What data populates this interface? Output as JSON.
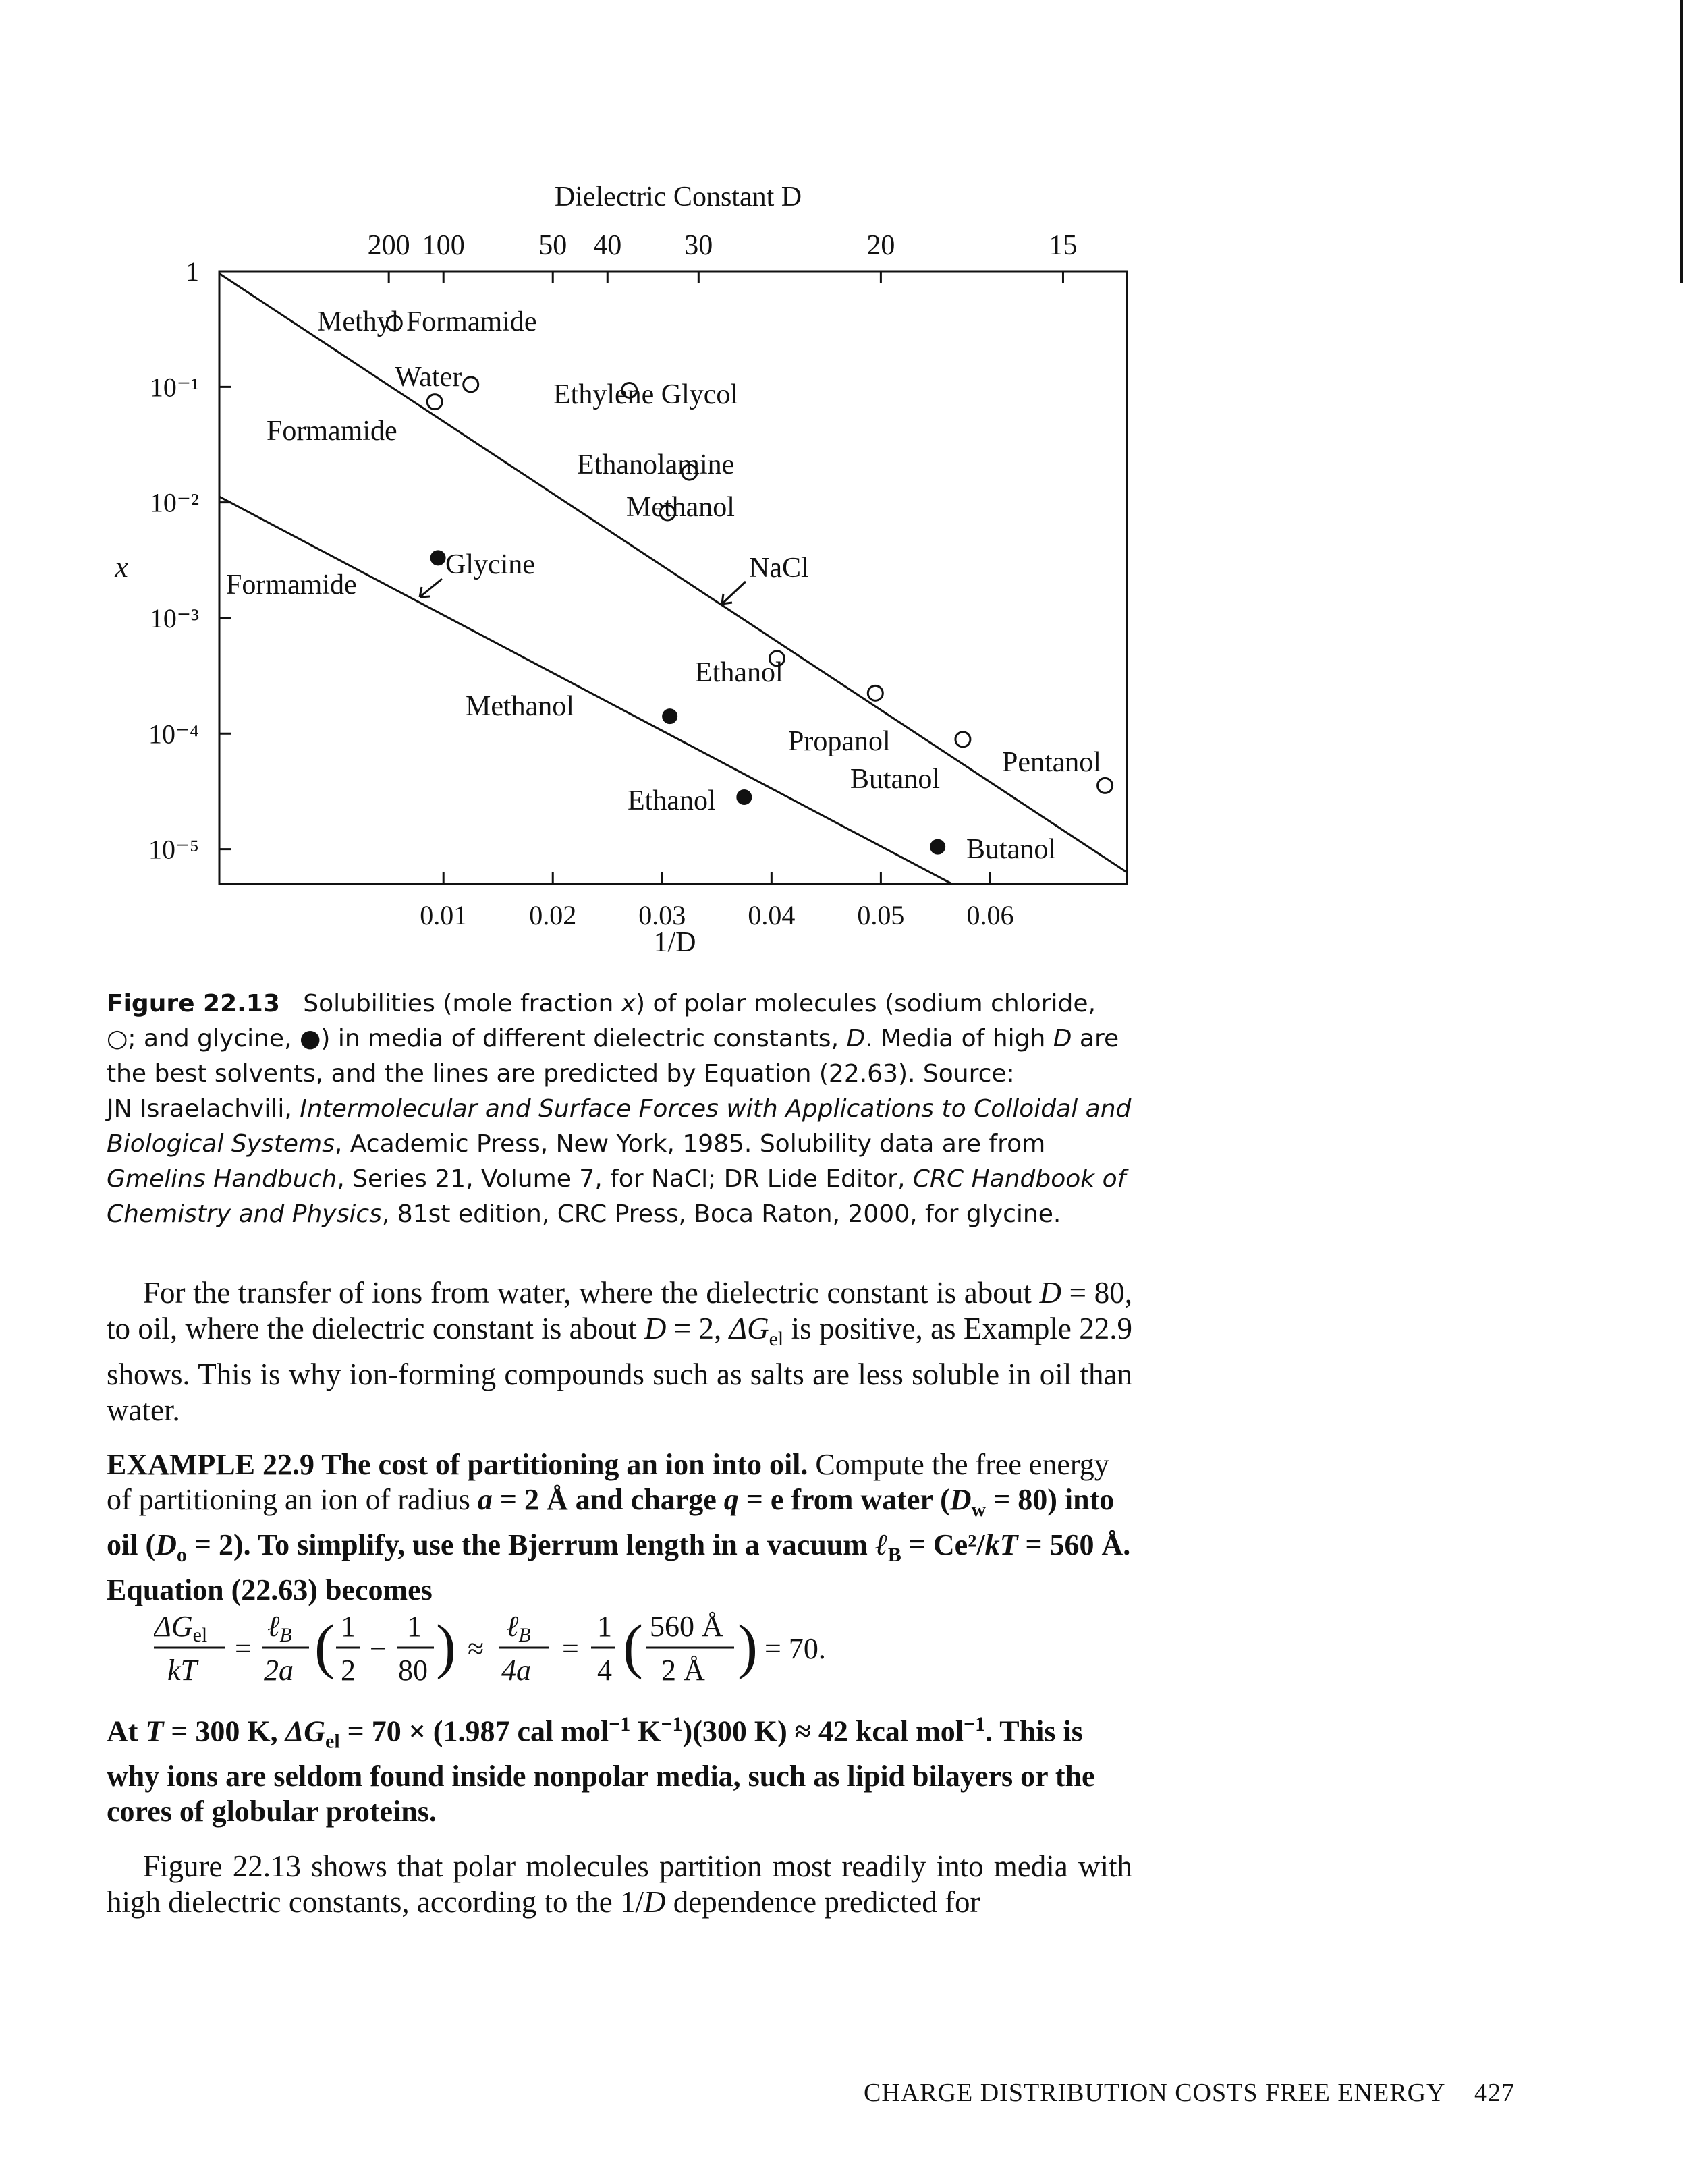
{
  "chart_data": {
    "type": "scatter",
    "top_axis_title": "Dielectric Constant D",
    "top_ticks": [
      {
        "label": "200",
        "D": 200
      },
      {
        "label": "100",
        "D": 100
      },
      {
        "label": "50",
        "D": 50
      },
      {
        "label": "40",
        "D": 40
      },
      {
        "label": "30",
        "D": 30
      },
      {
        "label": "20",
        "D": 20
      },
      {
        "label": "15",
        "D": 15
      }
    ],
    "xlabel": "1/D",
    "x_ticks": [
      "0.01",
      "0.02",
      "0.03",
      "0.04",
      "0.05",
      "0.06"
    ],
    "xlim": [
      -0.0105,
      0.0725
    ],
    "ylabel": "x",
    "y_scale": "log",
    "ylim": [
      -5.3,
      0
    ],
    "y_ticks": [
      {
        "label": "1",
        "exp": 0
      },
      {
        "label": "10⁻¹",
        "exp": -1
      },
      {
        "label": "10⁻²",
        "exp": -2
      },
      {
        "label": "10⁻³",
        "exp": -3
      },
      {
        "label": "10⁻⁴",
        "exp": -4
      },
      {
        "label": "10⁻⁵",
        "exp": -5
      }
    ],
    "lines": [
      {
        "name": "sodium chloride",
        "points": [
          [
            -0.0105,
            -0.02
          ],
          [
            0.0725,
            -5.2
          ]
        ]
      },
      {
        "name": "glycine",
        "points": [
          [
            -0.0105,
            -1.95
          ],
          [
            0.0565,
            -5.3
          ]
        ]
      }
    ],
    "series": [
      {
        "name": "sodium chloride",
        "marker": "open",
        "points": [
          {
            "label": "Methyl Formamide",
            "x": 0.0055,
            "logx": -0.45
          },
          {
            "label": "Water",
            "x": 0.0125,
            "logx": -0.98
          },
          {
            "label": "Formamide",
            "x": 0.0092,
            "logx": -1.13
          },
          {
            "label": "Ethylene Glycol",
            "x": 0.027,
            "logx": -1.03
          },
          {
            "label": "Ethanolamine",
            "x": 0.0325,
            "logx": -1.74
          },
          {
            "label": "Methanol",
            "x": 0.0305,
            "logx": -2.09
          },
          {
            "label": "Ethanol",
            "x": 0.0405,
            "logx": -3.35
          },
          {
            "label": "Propanol",
            "x": 0.0495,
            "logx": -3.65
          },
          {
            "label": "Butanol",
            "x": 0.0575,
            "logx": -4.05
          },
          {
            "label": "Pentanol",
            "x": 0.0705,
            "logx": -4.45
          }
        ]
      },
      {
        "name": "glycine",
        "marker": "filled",
        "points": [
          {
            "label": "Formamide",
            "x": 0.0095,
            "logx": -2.48
          },
          {
            "label": "Methanol",
            "x": 0.0307,
            "logx": -3.85
          },
          {
            "label": "Ethanol",
            "x": 0.0375,
            "logx": -4.55
          },
          {
            "label": "Butanol",
            "x": 0.0552,
            "logx": -4.98
          }
        ]
      }
    ],
    "annotations": [
      {
        "label": "NaCl",
        "line": "sodium chloride"
      },
      {
        "label": "Glycine",
        "line": "glycine"
      }
    ]
  },
  "caption": {
    "fig_label": "Figure 22.13",
    "t1": "Solubilities (mole fraction ",
    "t1_var": "x",
    "t2": ") of polar molecules (sodium chloride, ",
    "sym_open": "○",
    "t3": "; and glycine, ",
    "sym_filled": "●",
    "t4": ") in media of different dielectric constants, ",
    "t4_var": "D",
    "t5": ". Media of high ",
    "t5_var": "D",
    "t6": " are the best solvents, and the lines are predicted by Equation (22.63). Source:",
    "src_author": "JN Israelachvili, ",
    "src_title1": "Intermolecular and Surface Forces with Applications to Colloidal and Biological Systems",
    "src_rest1": ", Academic Press, New York, 1985. Solubility data are from ",
    "src_title2": "Gmelins Handbuch",
    "src_rest2": ", Series 21, Volume 7, for NaCl; DR Lide Editor, ",
    "src_title3": "CRC Handbook of Chemistry and Physics",
    "src_rest3": ", 81st edition, CRC Press, Boca Raton, 2000, for glycine."
  },
  "para1": {
    "a": "For the transfer of ions from water, where the dielectric constant is about ",
    "b": "D",
    "c": " = 80, to oil, where the dielectric constant is about ",
    "d": "D",
    "e": " = 2, ",
    "f": "ΔG",
    "f_sub": "el",
    "g": " is positive, as Example 22.9 shows. This is why ion-forming compounds such as salts are less soluble in oil than water."
  },
  "example": {
    "head": "EXAMPLE 22.9 The cost of partitioning an ion into oil.",
    "body1": " Compute the free energy of partitioning an ion of radius ",
    "a_var": "a",
    "body2": " = 2 Å and charge ",
    "q_var": "q",
    "body3": " = e from water (",
    "dw": "D",
    "dw_sub": "w",
    "body4": " = 80) into oil (",
    "do": "D",
    "do_sub": "o",
    "body5": " = 2). To simplify, use the Bjerrum length in a vacuum ",
    "lb": "ℓ",
    "lb_sub": "B",
    "body6": " = Ce²/",
    "kt": "kT",
    "body7": " = 560 Å. Equation (22.63) becomes",
    "eq": {
      "lhs_num": "ΔG",
      "lhs_num_sub": "el",
      "lhs_den": "kT",
      "f1_num": "ℓ",
      "f1_num_sub": "B",
      "f1_den": "2a",
      "p1_num": "1",
      "p1_den": "2",
      "p2_num": "1",
      "p2_den": "80",
      "f2_num": "ℓ",
      "f2_num_sub": "B",
      "f2_den": "4a",
      "f3_num": "1",
      "f3_den": "4",
      "f4_num": "560 Å",
      "f4_den": "2 Å",
      "result": "= 70."
    },
    "concl_a": "At ",
    "concl_T": "T",
    "concl_b": " = 300 K, ",
    "concl_G": "ΔG",
    "concl_G_sub": "el",
    "concl_c": " = 70 × (1.987 cal mol",
    "concl_sup1": "−1",
    "concl_d": " K",
    "concl_sup2": "−1",
    "concl_e": ")(300 K) ≈ 42 kcal mol",
    "concl_sup3": "−1",
    "concl_f": ". This is why ions are seldom found inside nonpolar media, such as lipid bilayers or the cores of globular proteins."
  },
  "para2": {
    "a": "Figure 22.13 shows that polar molecules partition most readily into media with high dielectric constants, according to the 1/",
    "b": "D",
    "c": " dependence predicted for"
  },
  "footer": {
    "running_head": "CHARGE DISTRIBUTION COSTS FREE ENERGY",
    "page_number": "427"
  }
}
